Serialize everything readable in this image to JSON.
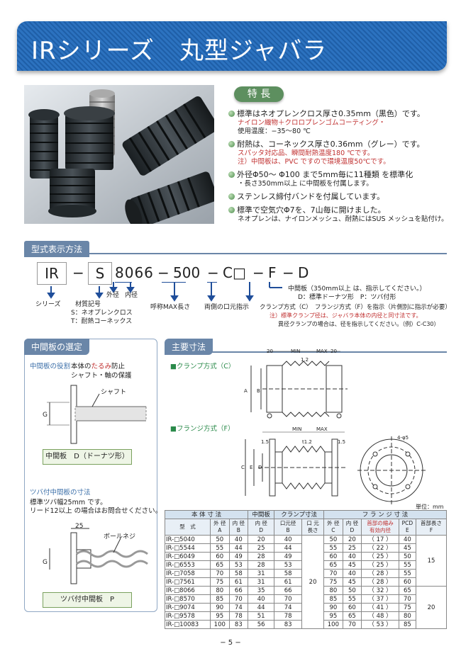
{
  "title": "IRシリーズ　丸型ジャバラ",
  "features": {
    "label": "特 長",
    "items": [
      {
        "main": "標準はネオプレンクロス厚さ0.35mm（黒色）です。",
        "subs": [
          "ナイロン織物＋クロロプレンゴムコーティング・",
          "使用温度：−35〜80 ℃"
        ],
        "sub_red": [
          true,
          false
        ]
      },
      {
        "main": "耐熱は、コーネックス厚さ0.36mm（グレー）です。",
        "subs": [
          "スパッタ対応品、瞬間耐熱温度180 ℃です。",
          "注）中間板は、PVC ですので環境温度50℃です。"
        ],
        "sub_red": [
          true,
          true
        ]
      },
      {
        "main": "外径Φ50〜 Φ100 まで5mm毎に11種類 を標準化",
        "subs": [
          "・長さ350mm以上 に中間板を付属します。"
        ],
        "sub_red": [
          false
        ]
      },
      {
        "main": "ステンレス締付バンドを付属しています。",
        "subs": [],
        "sub_red": []
      },
      {
        "main": "標準で空気穴Φ7を、7山毎に開けました。",
        "subs": [
          "ネオプレンは、ナイロンメッシュ、耐熱にはSUS メッシュを貼付け。"
        ],
        "sub_red": [
          false
        ]
      }
    ]
  },
  "model": {
    "label": "型式表示方法",
    "parts": [
      "IR",
      "−",
      "S",
      "8066",
      "−",
      "500",
      "−",
      "C□",
      "−",
      "F",
      "−",
      "D"
    ],
    "series": "シリーズ",
    "material": "材質記号",
    "material_s": "S：ネオプレンクロス",
    "material_t": "T：耐熱コーネックス",
    "outer": "外径",
    "inner": "内径",
    "length": "呼称MAX長さ",
    "mouth": "両側の口元指示",
    "clamp": "クランプ方式（C）　フランジ方式（F）を指示（片側別に指示が必要）",
    "clamp_note1": "注）標準クランプ径は、ジャバラ本体の内径と同寸法です。",
    "clamp_note2": "異径クランプの場合は、径を指示してください。（例）C-C30）",
    "mid": "中間板（350mm以上 は、指示してください。）",
    "mid_d": "D：標準ドーナツ形　P：ツバ付形"
  },
  "midplate": {
    "label": "中間板の選定",
    "role_title": "中間板の役割",
    "role_text1a": "本体の",
    "role_text1b": "たるみ",
    "role_text1c": "防止",
    "role_text2": "シャフト・軸の保護",
    "shaft": "シャフト",
    "g": "G",
    "caption_d": "中間板　D（ドーナツ形）",
    "flange_title": "ツバ付中間板の寸法",
    "flange_text1": "標準ツバ幅25mm です。",
    "flange_text2": "リード12以上 の場合はお問合せください。",
    "w25": "25",
    "ballscrew": "ボールネジ",
    "caption_p": "ツバ付中間板　P"
  },
  "dims": {
    "label": "主要寸法",
    "clamp_type": "■クランプ方式（C）",
    "flange_type": "■フランジ方式（F）",
    "d20a": "20",
    "dmin": "MIN",
    "dmax": "MAX",
    "d20b": "20",
    "d12": "1.2",
    "da": "A",
    "db": "B",
    "f15a": "1.5",
    "fmin": "MIN",
    "fmax": "MAX",
    "ft12": "t1.2",
    "f15b": "1.5",
    "fc": "C",
    "fe": "E",
    "fd": "D",
    "fhole": "4-φ5",
    "unit": "単位：mm"
  },
  "table": {
    "groups": [
      "本 体 寸 法",
      "中間板",
      "クランプ寸法",
      "フ ラ ン ジ 寸 法"
    ],
    "headers": [
      [
        "型　式"
      ],
      [
        "外 径",
        "A"
      ],
      [
        "内 径",
        "B"
      ],
      [
        "内 径",
        "D"
      ],
      [
        "口元径",
        "B"
      ],
      [
        "口 元",
        "長さ"
      ],
      [
        "外 径",
        "C"
      ],
      [
        "内 径",
        "D"
      ],
      [
        "首部の縮み",
        "有効内径"
      ],
      [
        "PCD",
        "E"
      ],
      [
        "首部長さ",
        "F"
      ]
    ],
    "rows": [
      [
        "IR-□5040",
        "50",
        "40",
        "20",
        "40",
        "50",
        "20",
        "（ 17 ）",
        "40"
      ],
      [
        "IR-□5544",
        "55",
        "44",
        "25",
        "44",
        "55",
        "25",
        "（ 22 ）",
        "45"
      ],
      [
        "IR-□6049",
        "60",
        "49",
        "28",
        "49",
        "60",
        "40",
        "（ 25 ）",
        "50"
      ],
      [
        "IR-□6553",
        "65",
        "53",
        "28",
        "53",
        "65",
        "45",
        "（ 25 ）",
        "55"
      ],
      [
        "IR-□7058",
        "70",
        "58",
        "31",
        "58",
        "70",
        "40",
        "（ 28 ）",
        "55"
      ],
      [
        "IR-□7561",
        "75",
        "61",
        "31",
        "61",
        "75",
        "45",
        "（ 28 ）",
        "60"
      ],
      [
        "IR-□8066",
        "80",
        "66",
        "35",
        "66",
        "80",
        "50",
        "（ 32 ）",
        "65"
      ],
      [
        "IR-□8570",
        "85",
        "70",
        "40",
        "70",
        "85",
        "55",
        "（ 37 ）",
        "70"
      ],
      [
        "IR-□9074",
        "90",
        "74",
        "44",
        "74",
        "90",
        "60",
        "（ 41 ）",
        "75"
      ],
      [
        "IR-□9578",
        "95",
        "78",
        "51",
        "78",
        "95",
        "65",
        "（ 48 ）",
        "80"
      ],
      [
        "IR-□10083",
        "100",
        "83",
        "56",
        "83",
        "100",
        "70",
        "（ 53 ）",
        "85"
      ]
    ],
    "mouth_length": "20",
    "neck_a": "15",
    "neck_b": "20"
  },
  "page_number": "− 5 −"
}
